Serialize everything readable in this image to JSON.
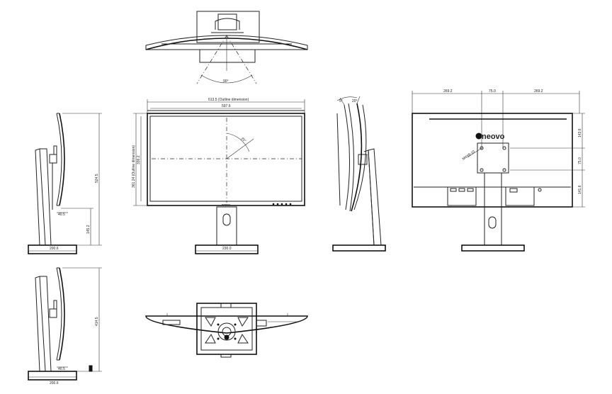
{
  "diagram": {
    "brand": {
      "logo_text": "neovo",
      "logo_mark": "●"
    },
    "top_view": {
      "angle": "90°"
    },
    "front_view": {
      "outline_width": "613.5 (Outline dimension)",
      "active_width": "597.6",
      "outline_height": "361.24 (Outline dimension)",
      "active_height": "336.2",
      "tilt_angle": "25°",
      "stand_width": "230.0"
    },
    "left_view": {
      "stand_depth": "200.6",
      "neck_depth": "40.5",
      "lift_height": "145.2",
      "total_height": "524.5"
    },
    "left_view_low": {
      "stand_depth": "200.6",
      "neck_depth": "40.5",
      "total_height": "414.5"
    },
    "side_tilt_view": {
      "tilt_back": "5°",
      "tilt_forward": "20°"
    },
    "back_view": {
      "dim_left": "269.2",
      "dim_mid": "75.0",
      "dim_right": "269.2",
      "dim_h_top": "143.6",
      "dim_h_mid": "75.0",
      "dim_h_bottom": "141.6",
      "vesa_screw": "M4X6-10"
    }
  }
}
